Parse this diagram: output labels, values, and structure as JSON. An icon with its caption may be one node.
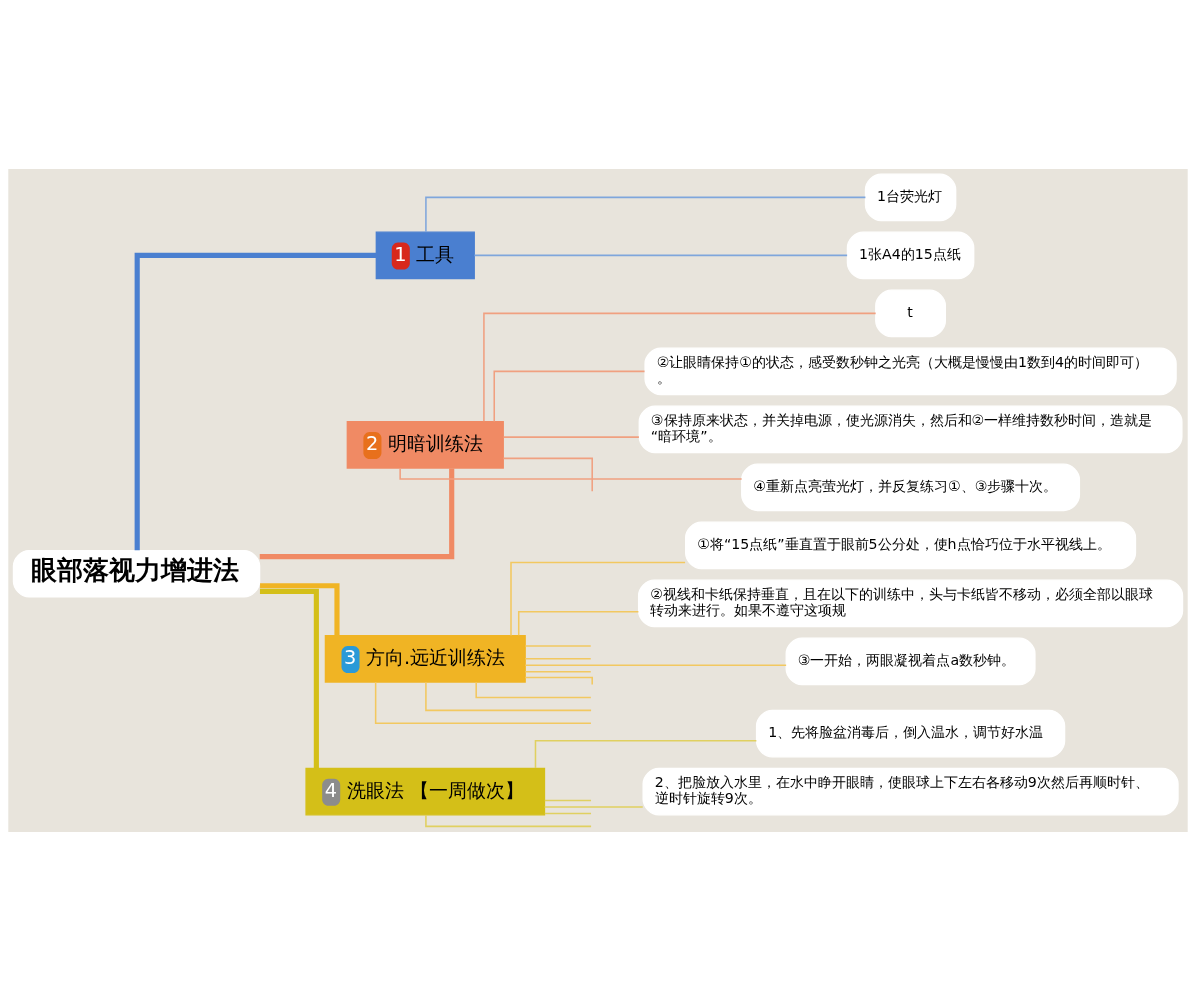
{
  "diagram": {
    "nodes": [
      {
        "text": [
          "眼部落视力增进法"
        ]
      },
      {
        "text": [
          "1",
          "工具"
        ]
      },
      {
        "text": [
          "1台荧光灯"
        ]
      },
      {
        "text": [
          "1张A4的15点纸"
        ]
      },
      {
        "text": [
          "2",
          "明暗训练法"
        ]
      },
      {
        "text": [
          "t"
        ]
      },
      {
        "text": [
          "②让眼睛保持①的状态，感受数秒钟之光亮（大概是慢慢由1数到4的时间即可）。"
        ]
      },
      {
        "text": [
          "③保持原来状态，并关掉电源，使光源消失，然后和②一样维持数秒时间，造就是“暗环境”。"
        ]
      },
      {
        "text": [
          "④重新点亮萤光灯，并反复练习①、③步骤十次。"
        ]
      },
      {
        "text": [
          "3",
          "方向.远近训练法"
        ]
      },
      {
        "text": [
          "①将“15点纸”垂直置于眼前5公分处，使h点恰巧位于水平视线上。"
        ]
      },
      {
        "text": [
          "②视线和卡纸保持垂直，且在以下的训练中，头与卡纸皆不移动，必须全部以眼球转动来进行。如果不遵守这项规"
        ]
      },
      {
        "text": [
          "③一开始，两眼凝视着点a数秒钟。"
        ]
      },
      {
        "text": [
          "4",
          "洗眼法 【一周做次】"
        ]
      },
      {
        "text": [
          "1、先将脸盆消毒后，倒入温水，调节好水温"
        ]
      },
      {
        "text": [
          "2、把脸放入水里，在水中睁开眼睛，使眼球上下左右各移动9次然后再顺时针、逆时针旋转9次。"
        ]
      }
    ],
    "edges": [
      {
        "from": 0,
        "to": 1,
        "arrow": "none",
        "style": "thick",
        "color": "#4a7fd0"
      },
      {
        "from": 0,
        "to": 4,
        "arrow": "none",
        "style": "thick",
        "color": "#f08a64"
      },
      {
        "from": 0,
        "to": 9,
        "arrow": "none",
        "style": "thick",
        "color": "#f0b424"
      },
      {
        "from": 0,
        "to": 13,
        "arrow": "none",
        "style": "thick",
        "color": "#d4bf18"
      },
      {
        "from": 1,
        "to": 2,
        "arrow": "none",
        "color": "#7fa6dc"
      },
      {
        "from": 1,
        "to": 3,
        "arrow": "none",
        "color": "#7fa6dc"
      },
      {
        "from": 4,
        "to": 5,
        "arrow": "none",
        "color": "#f0a080"
      },
      {
        "from": 4,
        "to": 6,
        "arrow": "none",
        "color": "#f0a080"
      },
      {
        "from": 4,
        "to": 7,
        "arrow": "none",
        "color": "#f0a080"
      },
      {
        "from": 4,
        "to": 8,
        "arrow": "none",
        "color": "#f0a080"
      },
      {
        "from": 4,
        "to": null,
        "arrow": "none",
        "color": "#f0a080"
      },
      {
        "from": 9,
        "to": 10,
        "arrow": "none",
        "color": "#f2c860"
      },
      {
        "from": 9,
        "to": 11,
        "arrow": "none",
        "color": "#f2c860"
      },
      {
        "from": 9,
        "to": 12,
        "arrow": "none",
        "color": "#f2c860"
      },
      {
        "from": 9,
        "to": null,
        "arrow": "none",
        "color": "#f2c860"
      },
      {
        "from": 9,
        "to": null,
        "arrow": "none",
        "color": "#f2c860"
      },
      {
        "from": 9,
        "to": null,
        "arrow": "none",
        "color": "#f2c860"
      },
      {
        "from": 9,
        "to": null,
        "arrow": "none",
        "color": "#f2c860"
      },
      {
        "from": 9,
        "to": null,
        "arrow": "none",
        "color": "#f2c860"
      },
      {
        "from": 9,
        "to": null,
        "arrow": "none",
        "color": "#f2c860"
      },
      {
        "from": 9,
        "to": null,
        "arrow": "none",
        "color": "#f2c860"
      },
      {
        "from": 13,
        "to": 14,
        "arrow": "none",
        "color": "#e0d060"
      },
      {
        "from": 13,
        "to": 15,
        "arrow": "none",
        "color": "#e0d060"
      },
      {
        "from": 13,
        "to": null,
        "arrow": "none",
        "color": "#e0d060"
      },
      {
        "from": 13,
        "to": null,
        "arrow": "none",
        "color": "#e0d060"
      },
      {
        "from": 13,
        "to": null,
        "arrow": "none",
        "color": "#e0d060"
      }
    ]
  }
}
